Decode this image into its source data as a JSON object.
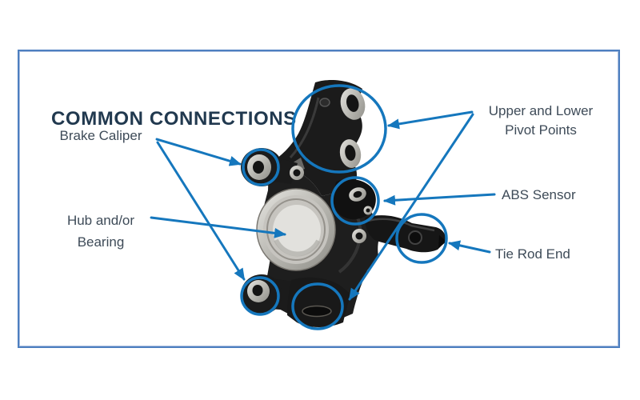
{
  "title": "COMMON CONNECTIONS",
  "colors": {
    "accent_blue": "#1577bd",
    "frame_border_blue": "#4d7fc0",
    "title_navy": "#21394f",
    "label_gray": "#3e4b58"
  },
  "labels": {
    "brake_caliper": "Brake Caliper",
    "hub_bearing": {
      "line1": "Hub and/or",
      "line2": "Bearing"
    },
    "pivot_points": {
      "line1": "Upper and Lower",
      "line2": "Pivot Points"
    },
    "abs_sensor": "ABS Sensor",
    "tie_rod_end": "Tie Rod End"
  },
  "illustration": {
    "subject": "steering-knuckle-photo",
    "callouts": [
      "upper-pivot-point",
      "brake-caliper-mount-upper",
      "abs-sensor-port",
      "tie-rod-end",
      "brake-caliper-mount-lower",
      "lower-pivot-point",
      "hub-bearing-bore"
    ]
  }
}
